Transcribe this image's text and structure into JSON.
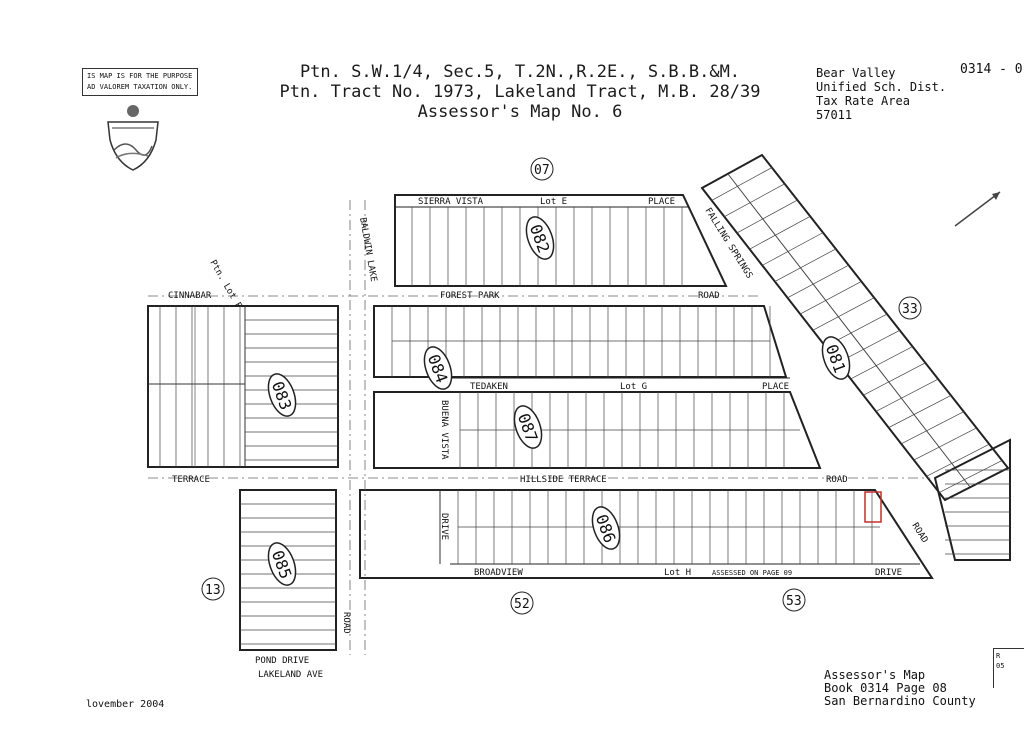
{
  "header": {
    "line1": "Ptn. S.W.1/4, Sec.5, T.2N.,R.2E., S.B.B.&M.",
    "line2": "Ptn. Tract No. 1973, Lakeland Tract, M.B. 28/39",
    "line3": "Assessor's Map No. 6"
  },
  "purpose_note": {
    "line1": "IS MAP IS FOR THE PURPOSE",
    "line2": "AD VALOREM TAXATION ONLY."
  },
  "district": {
    "line1": "Bear Valley",
    "line2": "Unified Sch. Dist.",
    "line3": "Tax Rate Area",
    "line4": "57011"
  },
  "map_number": "0314 - 0",
  "footer": {
    "line1": "Assessor's Map",
    "line2": "Book 0314 Page 08",
    "line3": "San Bernardino County"
  },
  "date": "lovember 2004",
  "corner": {
    "line1": "R",
    "line2": "05"
  },
  "streets": {
    "sierra_vista": "SIERRA VISTA",
    "lot_e": "Lot E",
    "place1": "PLACE",
    "forest_park": "FOREST PARK",
    "road1": "ROAD",
    "cinnabar": "CINNABAR",
    "tedaken": "TEDAKEN",
    "lot_g": "Lot G",
    "place2": "PLACE",
    "terrace": "TERRACE",
    "hillside_terrace": "HILLSIDE TERRACE",
    "road2": "ROAD",
    "broadview": "BROADVIEW",
    "lot_h": "Lot H",
    "assessed": "ASSESSED ON PAGE 09",
    "drive1": "DRIVE",
    "pond_drive": "POND DRIVE",
    "lakeland_ave": "LAKELAND AVE",
    "baldwin_lake": "BALDWIN LAKE",
    "falling_springs": "FALLING SPRINGS",
    "buena_vista": "BUENA VISTA",
    "drive2": "DRIVE",
    "road3": "ROAD",
    "road4": "ROAD",
    "ptn_lot_f": "Ptn. Lot F"
  },
  "page_circles": {
    "c07": "07",
    "c33": "33",
    "c52": "52",
    "c53": "53",
    "c13": "13"
  },
  "block_labels": {
    "b082": "082",
    "b083": "083",
    "b084": "084",
    "b081": "081",
    "b087": "087",
    "b086": "086",
    "b085": "085"
  }
}
